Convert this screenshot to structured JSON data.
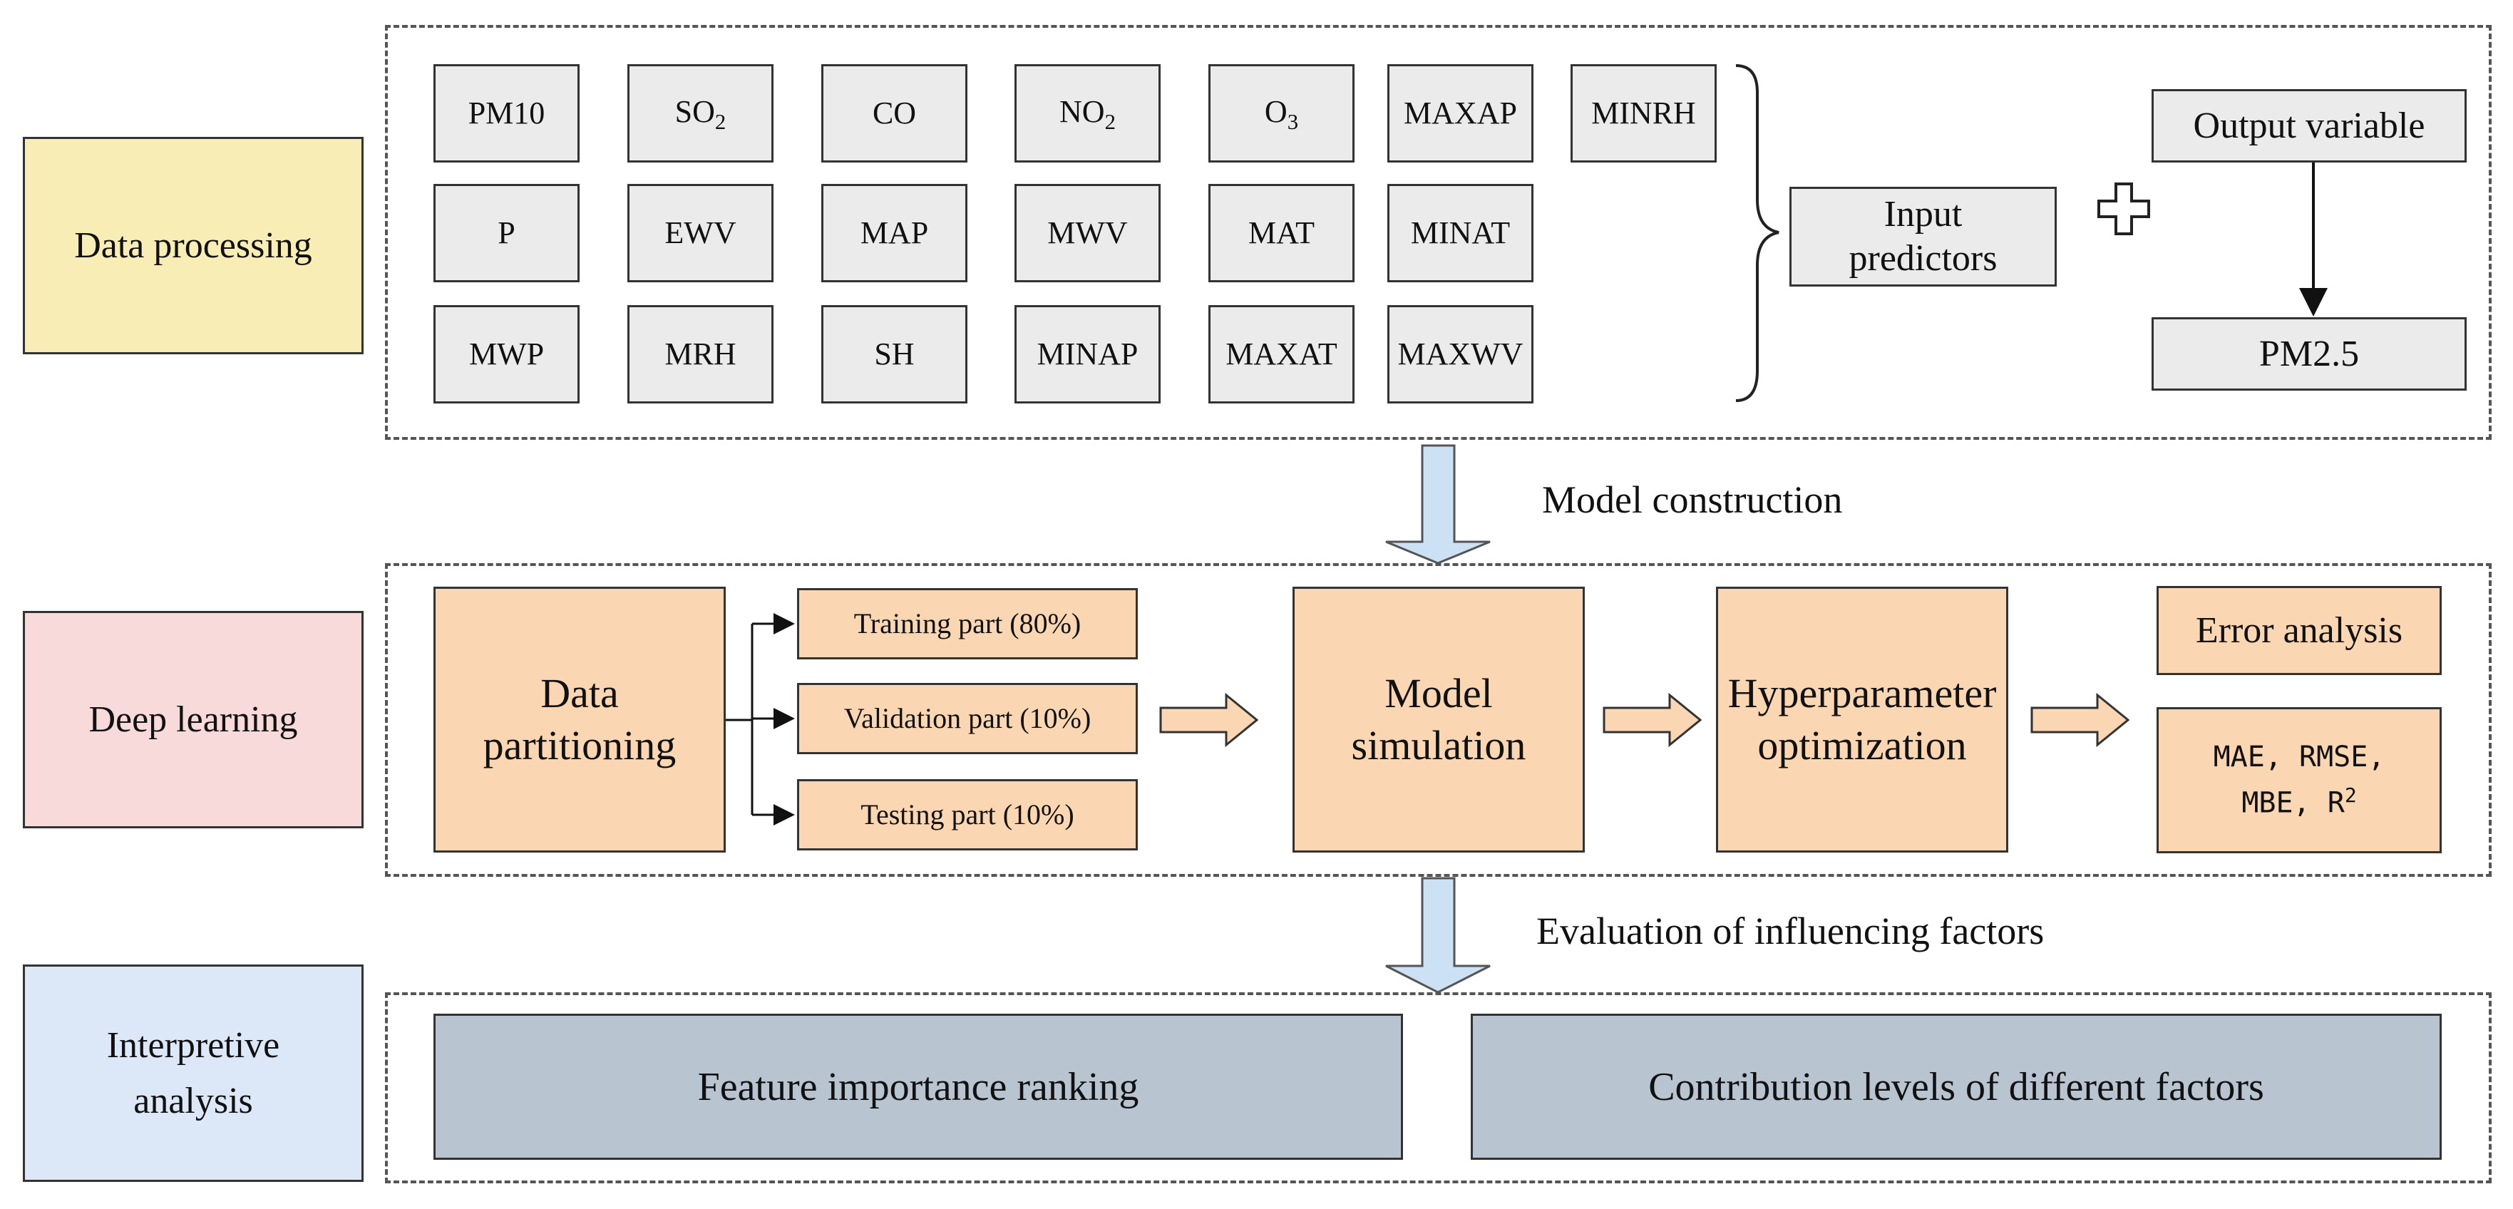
{
  "stages": {
    "processing": "Data processing",
    "deep_learning": "Deep learning",
    "interpretive": "Interpretive analysis"
  },
  "variables": {
    "row1": [
      "PM10",
      "SO2",
      "CO",
      "NO2",
      "O3",
      "MAXAP",
      "MINRH"
    ],
    "row2": [
      "P",
      "EWV",
      "MAP",
      "MWV",
      "MAT",
      "MINAT"
    ],
    "row3": [
      "MWP",
      "MRH",
      "SH",
      "MINAP",
      "MAXAT",
      "MAXWV"
    ]
  },
  "processing": {
    "input_predictors": "Input predictors",
    "output_variable": "Output variable",
    "pm25": "PM2.5"
  },
  "connectors": {
    "model_construction": "Model construction",
    "evaluation": "Evaluation of influencing factors"
  },
  "deep": {
    "data_partitioning": "Data partitioning",
    "training": "Training part (80%)",
    "validation": "Validation part (10%)",
    "testing": "Testing part (10%)",
    "model_simulation": "Model simulation",
    "hyperparameter": "Hyperparameter optimization",
    "error_analysis": "Error analysis",
    "metrics_line1": "MAE, RMSE,",
    "metrics_line2_prefix": "MBE, R",
    "metrics_line2_sup": "2"
  },
  "interpretive": {
    "feature_importance": "Feature importance ranking",
    "contribution": "Contribution levels of different factors"
  },
  "colors": {
    "processing": "#f7edb5",
    "deep_learning": "#f8dada",
    "interpretive": "#dce8f8",
    "variable": "#ebebeb",
    "orange": "#fad7b2",
    "gray_blue": "#b8c5d1",
    "arrow_blue": "#cde1f5"
  }
}
